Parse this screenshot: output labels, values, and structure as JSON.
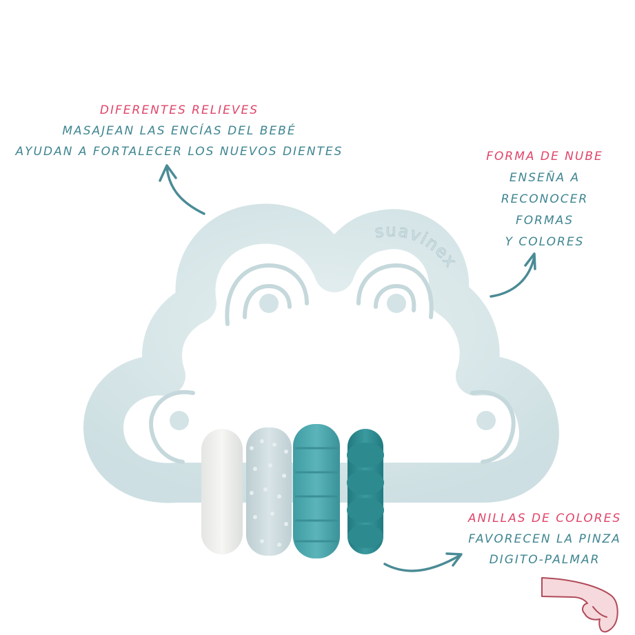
{
  "product": {
    "name": "Cloud teether with colored rings",
    "brand_emboss": "suavinex",
    "colors": {
      "body": "#d9e7e9",
      "ring_white": "#eeeeec",
      "ring_grey": "#c9d8dc",
      "ring_teal": "#4aa7ad",
      "ring_dark_teal": "#2c8a8f",
      "heading_pink": "#e0456a",
      "text_teal": "#3f8590",
      "arrow": "#4a8b95"
    },
    "rings": [
      "white smooth ring",
      "grey dotted ring",
      "teal ridged ring",
      "dark teal bumpy ring"
    ]
  },
  "callouts": {
    "relieves": {
      "title": "Diferentes relieves",
      "lines": [
        "Masajean las encías del bebé",
        "Ayudan a fortalecer los nuevos dientes"
      ]
    },
    "nube": {
      "title": "Forma de nube",
      "lines": [
        "Enseña a",
        "reconocer",
        "formas",
        "y colores"
      ]
    },
    "anillas": {
      "title": "Anillas de colores",
      "lines": [
        "Favorecen la pinza",
        "digito-palmar"
      ]
    }
  },
  "icons": [
    "arrow-up-left-icon",
    "arrow-up-right-icon",
    "arrow-right-icon",
    "pinch-hand-icon"
  ]
}
